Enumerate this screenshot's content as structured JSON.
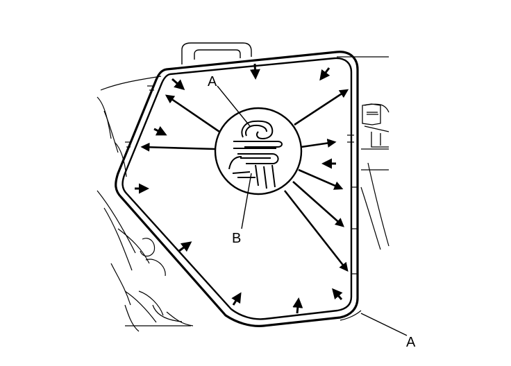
{
  "callouts": {
    "a_top": "A",
    "b_center": "B",
    "a_bottom": "A"
  },
  "colors": {
    "line": "#000000",
    "background": "#ffffff"
  }
}
